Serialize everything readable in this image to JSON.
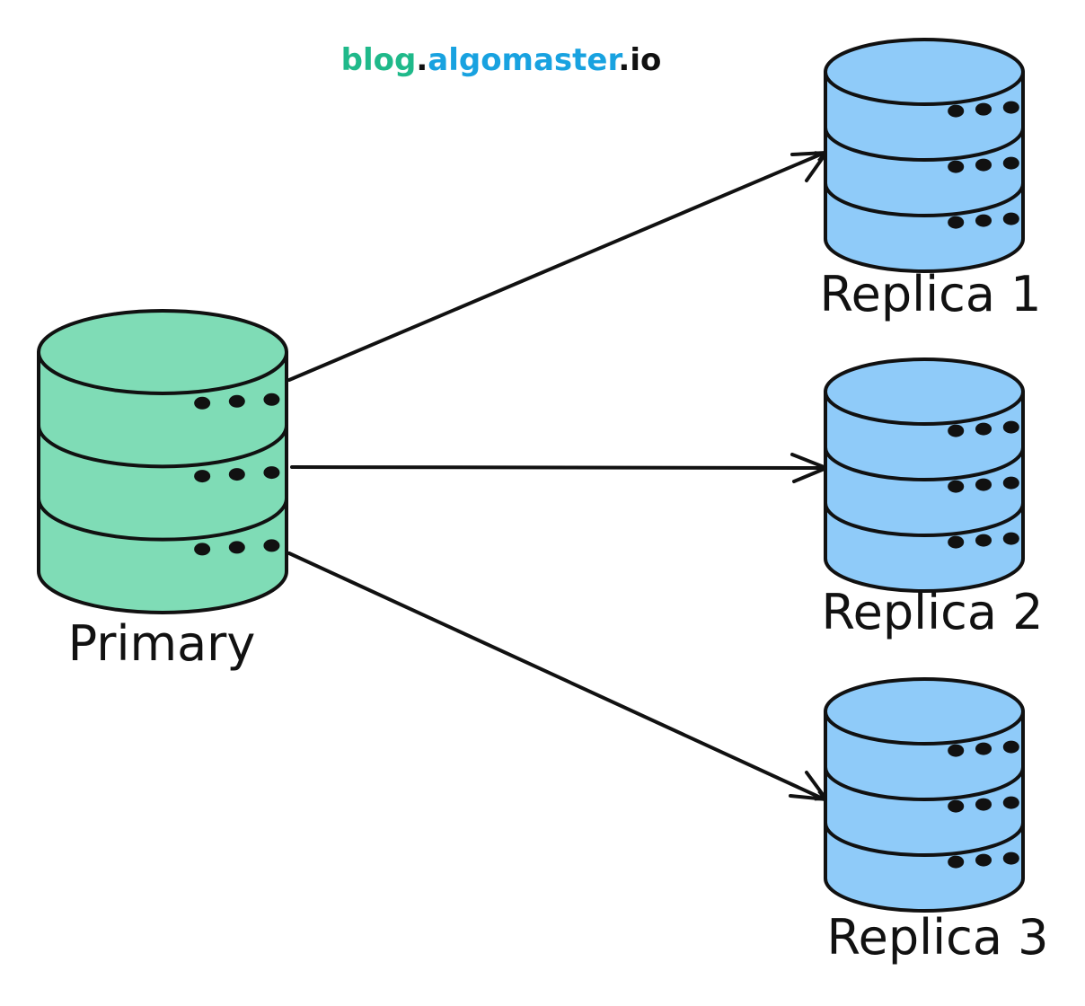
{
  "brand": {
    "part1": "blog",
    "dot1": ".",
    "part2": "algomaster",
    "dot2": ".",
    "part3": "io",
    "colors": {
      "part1": "#1fb98a",
      "part2": "#18a2e0",
      "dots": "#111111"
    }
  },
  "nodes": {
    "primary": {
      "label": "Primary",
      "fill": "#7fdcb6"
    },
    "replica1": {
      "label": "Replica 1",
      "fill": "#8fcbf9"
    },
    "replica2": {
      "label": "Replica 2",
      "fill": "#8fcbf9"
    },
    "replica3": {
      "label": "Replica 3",
      "fill": "#8fcbf9"
    }
  },
  "colors": {
    "stroke": "#111111",
    "background": "#ffffff"
  }
}
